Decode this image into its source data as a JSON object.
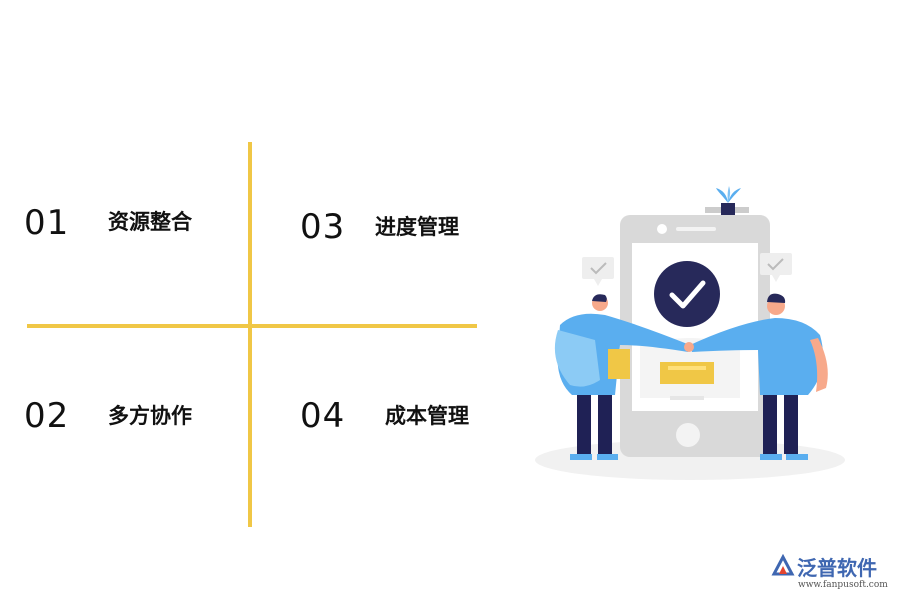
{
  "quadrants": [
    {
      "number": "01",
      "label": "资源整合"
    },
    {
      "number": "02",
      "label": "多方协作"
    },
    {
      "number": "03",
      "label": "进度管理"
    },
    {
      "number": "04",
      "label": "成本管理"
    }
  ],
  "brand": {
    "name": "泛普软件",
    "url": "www.fanpusoft.com"
  },
  "colors": {
    "accent": "#f0c746",
    "badge": "#27295a",
    "figure_shirt": "#5aaeef",
    "phone_frame": "#d9d9d9"
  },
  "illustration": {
    "icons": [
      "phone-icon",
      "checkmark-icon",
      "chat-check-icon",
      "plant-icon",
      "people-handshake-icon"
    ]
  }
}
